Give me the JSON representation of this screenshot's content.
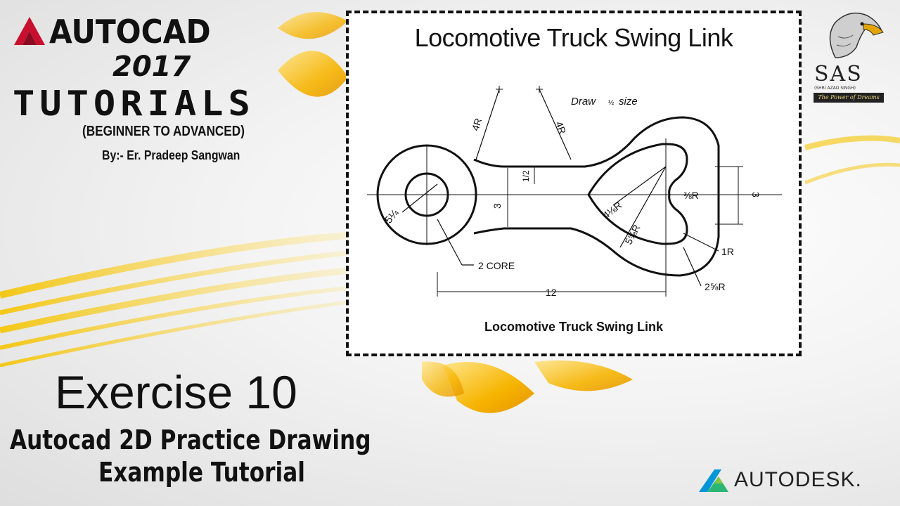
{
  "brand": {
    "logo_icon": "autocad-logo-icon",
    "title": "AUTOCAD",
    "year": "2017",
    "tutorials": "TUTORIALS",
    "subtitle": "(BEGINNER TO ADVANCED)",
    "author": "By:- Er. Pradeep Sangwan"
  },
  "frame": {
    "title": "Locomotive Truck Swing Link",
    "caption": "Locomotive Truck Swing Link",
    "drawing": {
      "note": "Draw",
      "note_size": "size",
      "labels": {
        "r4_left": "4R",
        "r4_right": "4R",
        "dim_half": "1/2",
        "dim_3_left": "3",
        "dim_3_right": "3",
        "dim_5q": "5¼",
        "dim_4q": "4⅛R",
        "dim_55": "5⅝R",
        "dim_38": "⅜R",
        "core": "2 CORE",
        "dim_12": "12",
        "dim_1r": "1R",
        "dim_258": "2⅝R"
      }
    }
  },
  "exercise": {
    "title": "Exercise 10",
    "subtitle1": "Autocad 2D Practice Drawing",
    "subtitle2": "Example Tutorial"
  },
  "sas": {
    "logo_icon": "eagle-logo-icon",
    "text": "SAS",
    "small": "(SHRI AZAD SINGH)",
    "tagline": "The Power of Dreams"
  },
  "autodesk": {
    "logo_icon": "autodesk-logo-icon",
    "label": "AUTODESK."
  },
  "colors": {
    "accent": "#f5b800",
    "autocad_red": "#c8102e",
    "autodesk_teal": "#0696d7"
  }
}
